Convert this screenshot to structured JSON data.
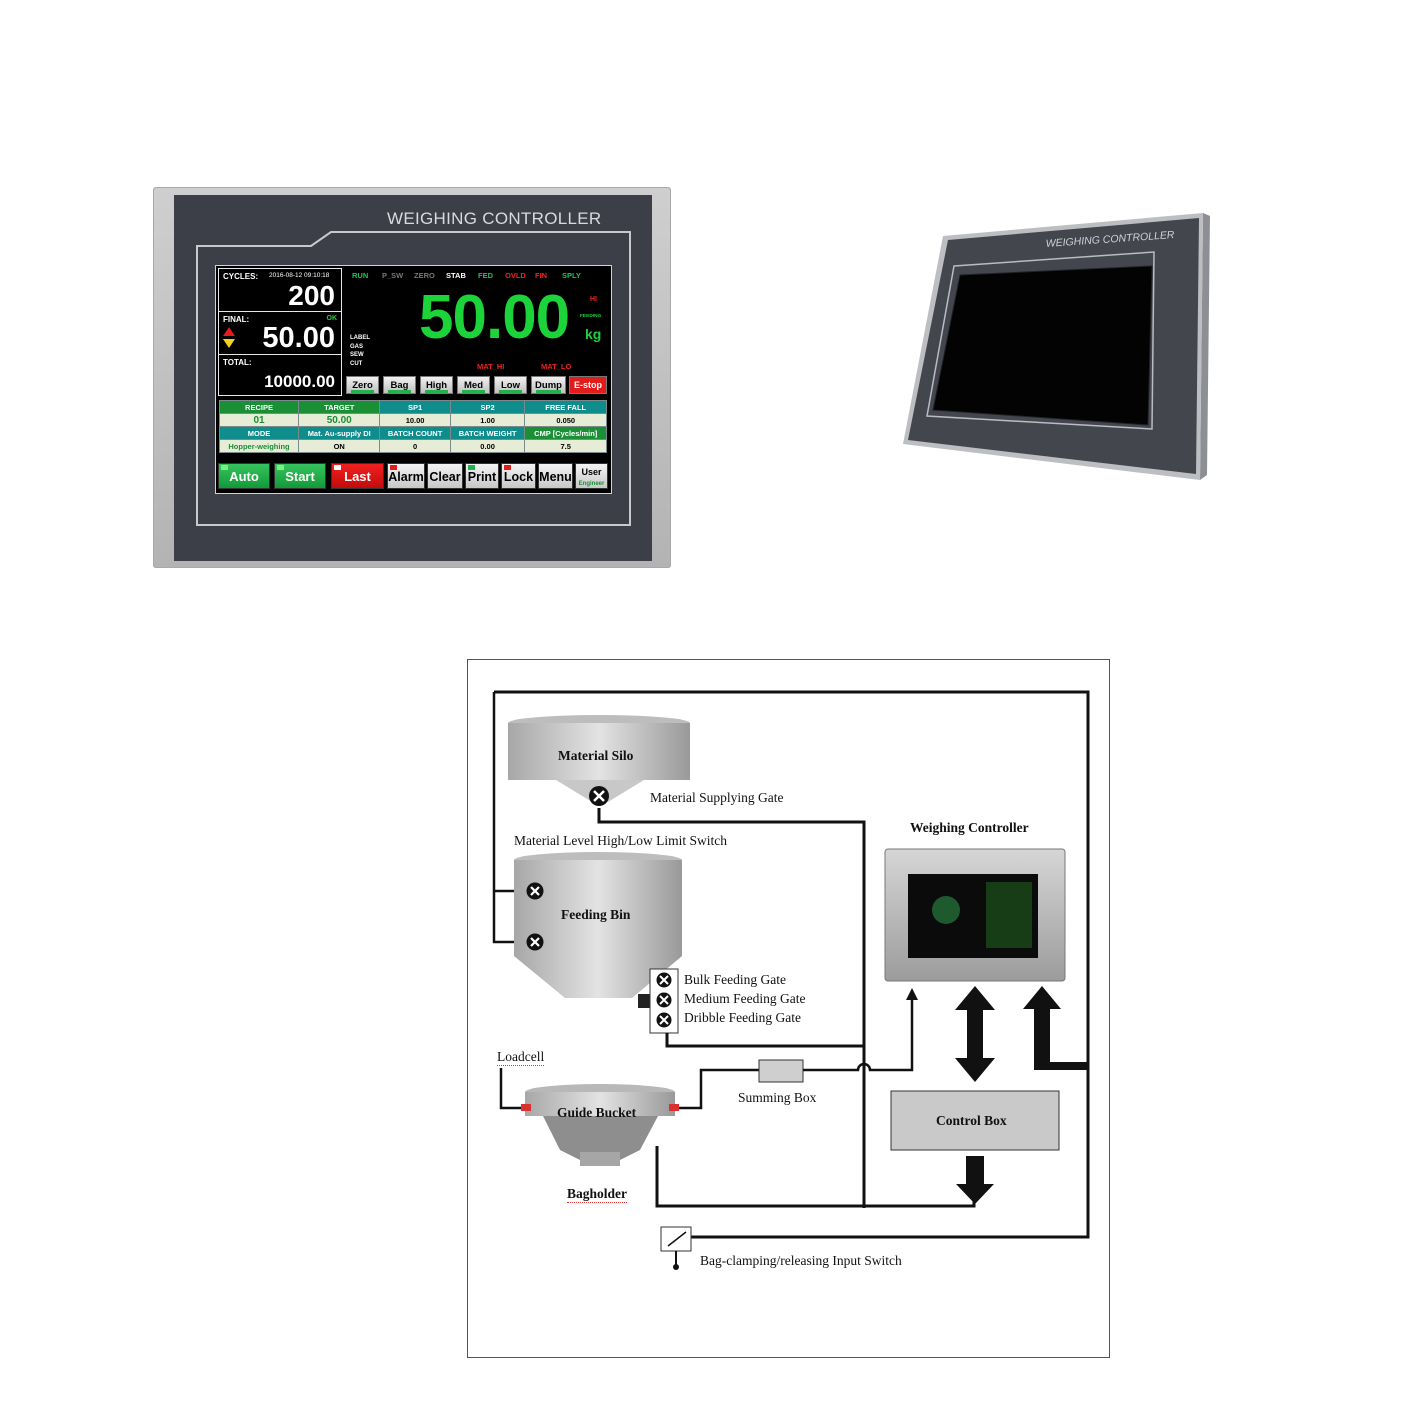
{
  "device_front": {
    "brand": "WEIGHING CONTROLLER",
    "cycles": {
      "label": "CYCLES:",
      "datetime": "2016-08-12  09:10:18",
      "value": "200"
    },
    "final": {
      "label": "FINAL:",
      "status": "OK",
      "value": "50.00"
    },
    "total": {
      "label": "TOTAL:",
      "value": "10000.00"
    },
    "status_flags": [
      {
        "text": "RUN",
        "color": "#21c25a"
      },
      {
        "text": "P_SW",
        "color": "#777777"
      },
      {
        "text": "ZERO",
        "color": "#777777"
      },
      {
        "text": "STAB",
        "color": "#ffffff"
      },
      {
        "text": "FED",
        "color": "#21c25a"
      },
      {
        "text": "OVLD",
        "color": "#ee2222"
      },
      {
        "text": "FIN",
        "color": "#ee2222"
      },
      {
        "text": "SPLY",
        "color": "#21c25a"
      }
    ],
    "weight": {
      "value": "50.00",
      "unit": "kg",
      "hi": "HI",
      "feeding": "FEEDING"
    },
    "side_labels": [
      "LABEL",
      "GAS",
      "SEW",
      "CUT"
    ],
    "mat_hi": "MAT_HI",
    "mat_lo": "MAT_LO",
    "function_buttons": [
      "Zero",
      "Bag",
      "High",
      "Med",
      "Low",
      "Dump",
      "E-stop"
    ],
    "grid": {
      "headers1": [
        "RECIPE",
        "TARGET",
        "SP1",
        "SP2",
        "FREE FALL"
      ],
      "values1": [
        "01",
        "50.00",
        "10.00",
        "1.00",
        "0.050"
      ],
      "headers2": [
        "MODE",
        "Mat. Au-supply DI",
        "BATCH COUNT",
        "BATCH WEIGHT",
        "CMP [Cycles/min]"
      ],
      "values2": [
        "Hopper-weighing",
        "ON",
        "0",
        "0.00",
        "7.5"
      ]
    },
    "bottom_buttons": [
      "Auto",
      "Start",
      "Last",
      "Alarm",
      "Clear",
      "Print",
      "Lock",
      "Menu"
    ],
    "user": {
      "label": "User",
      "role": "Engineer"
    },
    "colors": {
      "green": "#1dd33a",
      "teal": "#0f8c8c",
      "red": "#e21b1b"
    }
  },
  "device_side": {
    "brand": "WEIGHING CONTROLLER"
  },
  "diagram": {
    "material_silo": "Material Silo",
    "material_supplying_gate": "Material Supplying Gate",
    "level_switch": "Material Level High/Low Limit Switch",
    "feeding_bin": "Feeding Bin",
    "bulk_gate": "Bulk Feeding Gate",
    "medium_gate": "Medium Feeding Gate",
    "dribble_gate": "Dribble Feeding Gate",
    "loadcell": "Loadcell",
    "guide_bucket": "Guide Bucket",
    "bagholder": "Bagholder",
    "summing_box": "Summing Box",
    "weighing_controller": "Weighing Controller",
    "control_box": "Control Box",
    "bag_switch": "Bag-clamping/releasing Input Switch"
  }
}
